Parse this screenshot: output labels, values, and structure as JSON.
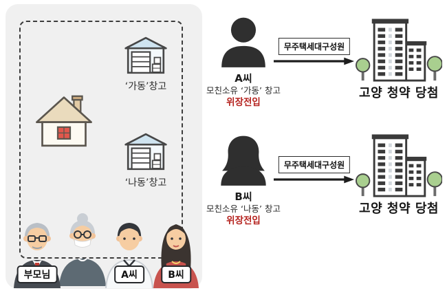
{
  "left_panel": {
    "warehouse_a_label": "‘가동’창고",
    "warehouse_b_label": "‘나동’창고",
    "parents_tag": "부모님",
    "son_tag": "A씨",
    "daughter_tag": "B씨"
  },
  "flows": [
    {
      "person_label": "A씨",
      "ownership_text": "모친소유 ‘가동’ 창고",
      "violation_text": "위장전입",
      "arrow_label": "무주택세대구성원",
      "result_text": "고양 청약 당첨"
    },
    {
      "person_label": "B씨",
      "ownership_text": "모친소유 ‘나동’ 창고",
      "violation_text": "위장전입",
      "arrow_label": "무주택세대구성원",
      "result_text": "고양 청약 당첨"
    }
  ],
  "colors": {
    "violation_red": "#b5231f",
    "panel_bg": "#f0f0f0",
    "silhouette": "#2f2f2f",
    "warehouse_blue": "#cfe4f0",
    "tree_green": "#a9cf8f"
  }
}
